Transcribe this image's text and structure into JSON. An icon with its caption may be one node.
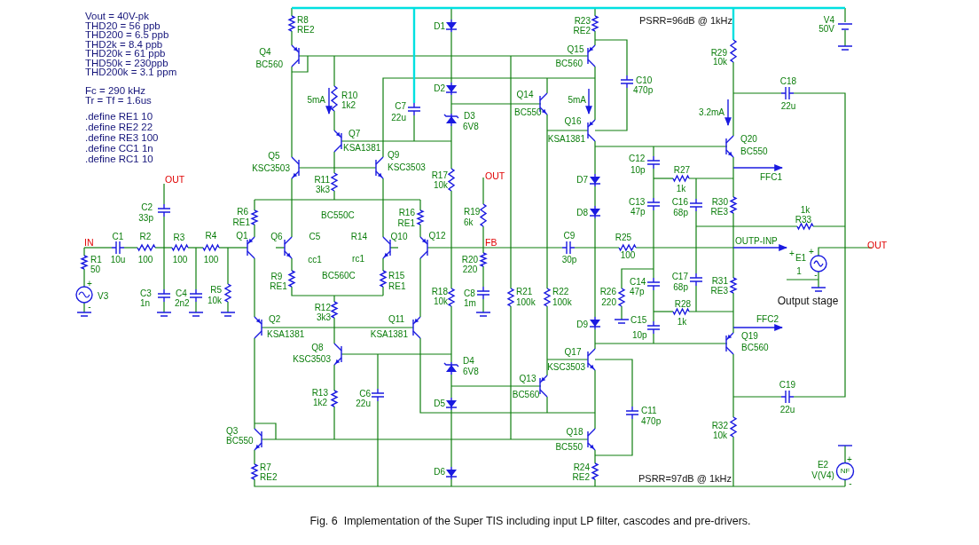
{
  "diagram": {
    "caption": "Fig. 6  Implementation of the Super TIS including input LP filter, cascodes and pre-drivers.",
    "labels": [
      "Vout = 40V-pk",
      "THD20 = 56 ppb",
      "THD200 = 6.5 ppb",
      "THD2k = 8.4 ppb",
      "THD20k = 61 ppb",
      "THD50k = 230ppb",
      "THD200k = 3.1 ppm",
      "Fc = 290 kHz",
      "Tr = Tf = 1.6us",
      ".define RE1 10",
      ".define RE2 22",
      ".define RE3 100",
      ".define CC1 1n",
      ".define RC1 10",
      "R8",
      "RE2",
      "D1",
      "R23",
      "RE2",
      "PSRR=96dB @ 1kHz",
      "V4",
      "50V",
      "Q4",
      "BC560",
      "Q15",
      "BC560",
      "R29",
      "10k",
      "C10",
      "470p",
      "C18",
      "22u",
      "D2",
      "5mA",
      "R10",
      "1k2",
      "Q14",
      "BC550",
      "5mA",
      "C7",
      "22u",
      "D3",
      "6V8",
      "3.2mA",
      "Q7",
      "KSA1381",
      "Q16",
      "KSA1381",
      "Q20",
      "BC550",
      "Q5",
      "KSC3503",
      "Q9",
      "KSC3503",
      "C12",
      "10p",
      "OUT",
      "R11",
      "3k3",
      "R17",
      "10k",
      "OUT",
      "D7",
      "R27",
      "1k",
      "FFC1",
      "C2",
      "33p",
      "R6",
      "RE1",
      "BC550C",
      "R16",
      "RE1",
      "R19",
      "6k",
      "D8",
      "C13",
      "47p",
      "C16",
      "68p",
      "R30",
      "RE3",
      "1k",
      "R33",
      "Q1",
      "Q6",
      "C5",
      "R14",
      "Q10",
      "Q12",
      "C9",
      "R25",
      "IN",
      "C1",
      "R2",
      "R3",
      "R4",
      "FB",
      "OUTP-INP",
      "OUT",
      "R1",
      "10u",
      "100",
      "100",
      "100",
      "cc1",
      "rc1",
      "30p",
      "100",
      "+",
      "E1",
      "+",
      "1",
      "-",
      "50",
      "R9",
      "RE1",
      "BC560C",
      "R15",
      "RE1",
      "R20",
      "220",
      "R26",
      "220",
      "C14",
      "47p",
      "C17",
      "68p",
      "R31",
      "RE3",
      "Output stage",
      "V3",
      "+",
      "-",
      "C3",
      "1n",
      "C4",
      "2n2",
      "R5",
      "10k",
      "R12",
      "3k3",
      "R18",
      "10k",
      "C8",
      "1m",
      "R21",
      "100k",
      "R22",
      "100k",
      "R28",
      "Q2",
      "Q11",
      "D9",
      "C15",
      "1k",
      "FFC2",
      "KSA1381",
      "KSA1381",
      "10p",
      "Q19",
      "Q8",
      "BC560",
      "KSC3503",
      "Q17",
      "KSC3503",
      "D4",
      "6V8",
      "Q13",
      "C19",
      "R13",
      "C6",
      "BC560",
      "1k2",
      "22u",
      "D5",
      "C11",
      "22u",
      "470p",
      "Q3",
      "Q18",
      "R32",
      "BC550",
      "BC550",
      "10k",
      "R7",
      "R24",
      "E2",
      "+",
      "RE2",
      "D6",
      "RE2",
      "PSRR=97dB @ 1kHz",
      "V(V4)",
      "NF",
      "-"
    ]
  }
}
